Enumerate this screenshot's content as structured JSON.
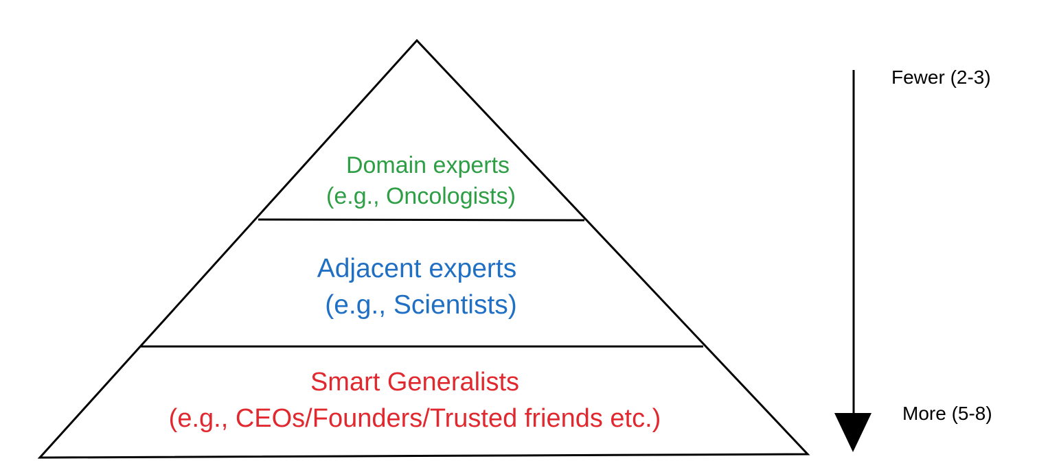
{
  "pyramid": {
    "tiers": [
      {
        "line1": "Domain experts",
        "line2": "(e.g., Oncologists)",
        "color": "#2e9e44"
      },
      {
        "line1": "Adjacent experts",
        "line2": "(e.g., Scientists)",
        "color": "#1f6fc4"
      },
      {
        "line1": "Smart Generalists",
        "line2": "(e.g., CEOs/Founders/Trusted friends etc.)",
        "color": "#e0282e"
      }
    ]
  },
  "arrow": {
    "top_label": "Fewer (2-3)",
    "bottom_label": "More (5-8)"
  }
}
